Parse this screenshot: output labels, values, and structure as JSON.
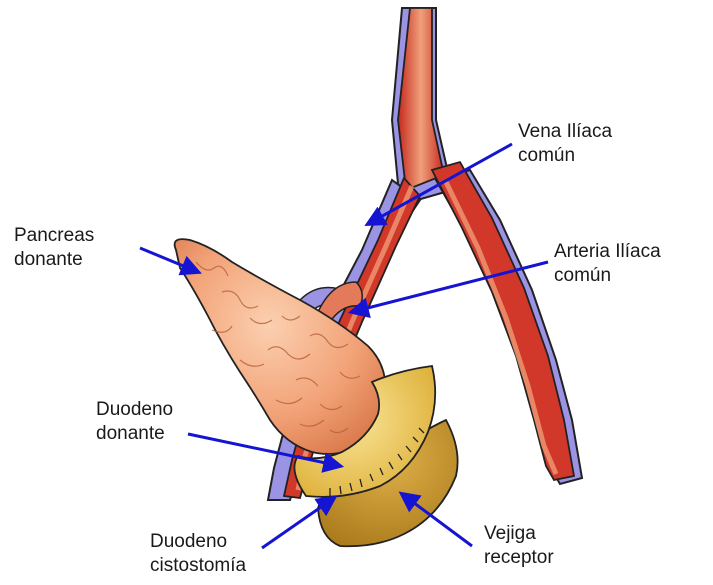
{
  "labels": {
    "vena": {
      "line1": "Vena Ilíaca",
      "line2": "común"
    },
    "arteria": {
      "line1": "Arteria Ilíaca",
      "line2": "común"
    },
    "pancreas": {
      "line1": "Pancreas",
      "line2": "donante"
    },
    "duodeno": {
      "line1": "Duodeno",
      "line2": "donante"
    },
    "cistostomia": {
      "line1": "Duodeno",
      "line2": "cistostomía"
    },
    "vejiga": {
      "line1": "Vejiga",
      "line2": "receptor"
    }
  },
  "colors": {
    "vein_fill": "#9b93e4",
    "artery_fill": "#c5281e",
    "artery_light": "#f0a07a",
    "pancreas_fill": "#f2a277",
    "duodenum_fill": "#f0c95a",
    "bladder_fill": "#c8962c",
    "arrow": "#1414d2",
    "text": "#1a1a1a"
  }
}
